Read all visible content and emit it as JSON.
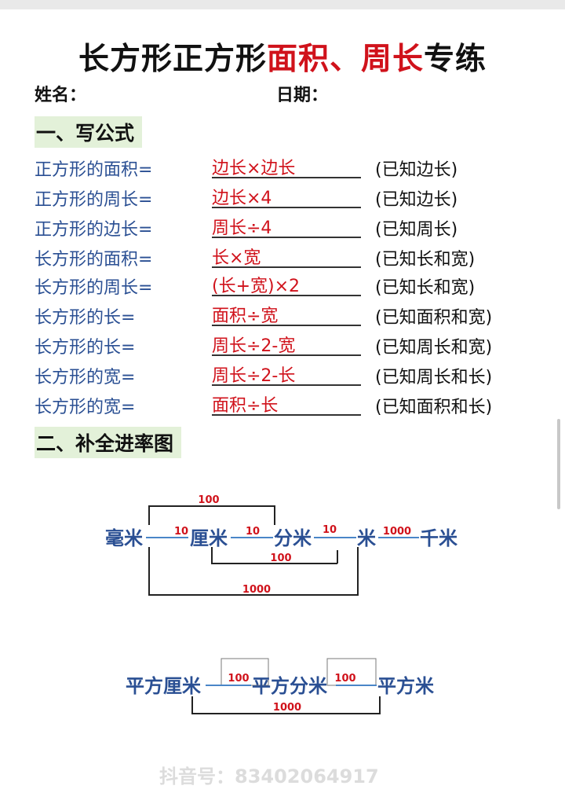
{
  "title": {
    "part1": "长方形正方形",
    "part2": "面积、周长",
    "part3": "专练"
  },
  "info": {
    "name_label": "姓名：",
    "date_label": "日期："
  },
  "section1": {
    "title": "一、写公式"
  },
  "formulas": [
    {
      "label": "正方形的面积=",
      "answer": "边长×边长",
      "known": "(已知边长)"
    },
    {
      "label": "正方形的周长=",
      "answer": "边长×4",
      "known": "(已知边长)"
    },
    {
      "label": "正方形的边长=",
      "answer": "周长÷4",
      "known": "(已知周长)"
    },
    {
      "label": "长方形的面积=",
      "answer": "长×宽",
      "known": "(已知长和宽)"
    },
    {
      "label": "长方形的周长=",
      "answer": "(长+宽)×2",
      "known": "(已知长和宽)"
    },
    {
      "label": "长方形的长=",
      "answer": "面积÷宽",
      "known": "(已知面积和宽)"
    },
    {
      "label": "长方形的长=",
      "answer": "周长÷2-宽",
      "known": "(已知周长和宽)"
    },
    {
      "label": "长方形的宽=",
      "answer": "周长÷2-长",
      "known": "(已知周长和长)"
    },
    {
      "label": "长方形的宽=",
      "answer": "面积÷长",
      "known": "(已知面积和长)"
    }
  ],
  "section2": {
    "title": "二、补全进率图"
  },
  "length_diagram": {
    "units": [
      "毫米",
      "厘米",
      "分米",
      "米",
      "千米"
    ],
    "rates": [
      "10",
      "10",
      "10",
      "1000"
    ],
    "bracket_top": "100",
    "bracket_mid": "100",
    "bracket_bottom": "1000"
  },
  "area_diagram": {
    "units": [
      "平方厘米",
      "平方分米",
      "平方米"
    ],
    "rates": [
      "100",
      "100"
    ],
    "bracket_bottom": "1000"
  },
  "watermark": "抖音号：83402064917",
  "colors": {
    "title_red": "#d0121b",
    "label_blue": "#2a4f93",
    "section_bg": "#e3f1d9"
  }
}
